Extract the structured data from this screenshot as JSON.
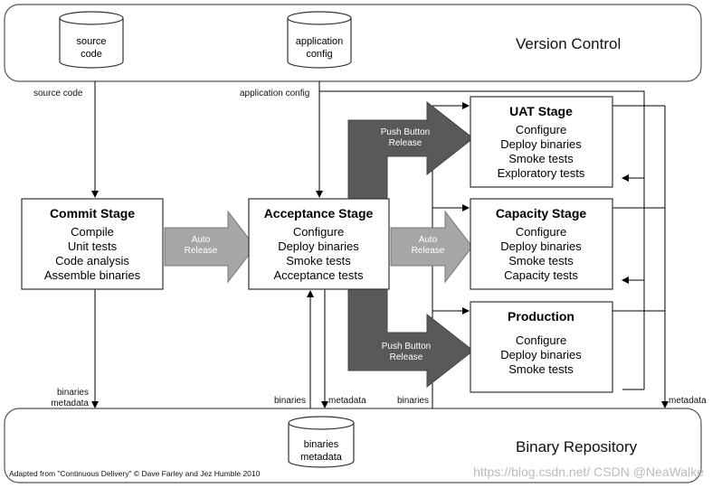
{
  "version_control": {
    "title": "Version Control",
    "source_db": [
      "source",
      "code"
    ],
    "config_db": [
      "application",
      "config"
    ]
  },
  "binary_repository": {
    "title": "Binary Repository",
    "db": [
      "binaries",
      "metadata"
    ],
    "credit": "Adapted from \"Continuous Delivery\" © Dave Farley and Jez Humble 2010"
  },
  "flow_labels": {
    "source_code": "source code",
    "application_config": "application config",
    "commit_out": [
      "binaries",
      "metadata"
    ],
    "binaries_in": "binaries",
    "metadata_out": "metadata",
    "binaries_right": "binaries",
    "metadata_right": "metadata"
  },
  "stages": {
    "commit": {
      "title": "Commit Stage",
      "lines": [
        "Compile",
        "Unit tests",
        "Code analysis",
        "Assemble binaries"
      ]
    },
    "acceptance": {
      "title": "Acceptance Stage",
      "lines": [
        "Configure",
        "Deploy binaries",
        "Smoke tests",
        "Acceptance tests"
      ]
    },
    "uat": {
      "title": "UAT Stage",
      "lines": [
        "Configure",
        "Deploy binaries",
        "Smoke tests",
        "Exploratory tests"
      ]
    },
    "capacity": {
      "title": "Capacity Stage",
      "lines": [
        "Configure",
        "Deploy binaries",
        "Smoke tests",
        "Capacity tests"
      ]
    },
    "production": {
      "title": "Production",
      "lines": [
        "Configure",
        "Deploy binaries",
        "Smoke tests"
      ]
    }
  },
  "release_arrows": {
    "auto_1": [
      "Auto",
      "Release"
    ],
    "auto_2": [
      "Auto",
      "Release"
    ],
    "push_top": [
      "Push Button",
      "Release"
    ],
    "push_bottom": [
      "Push Button",
      "Release"
    ]
  },
  "watermark": "https://blog.csdn.net/  CSDN @NeaWalke",
  "colors": {
    "light_arrow": "#a6a6a6",
    "dark_arrow": "#595959",
    "line": "#000000"
  }
}
